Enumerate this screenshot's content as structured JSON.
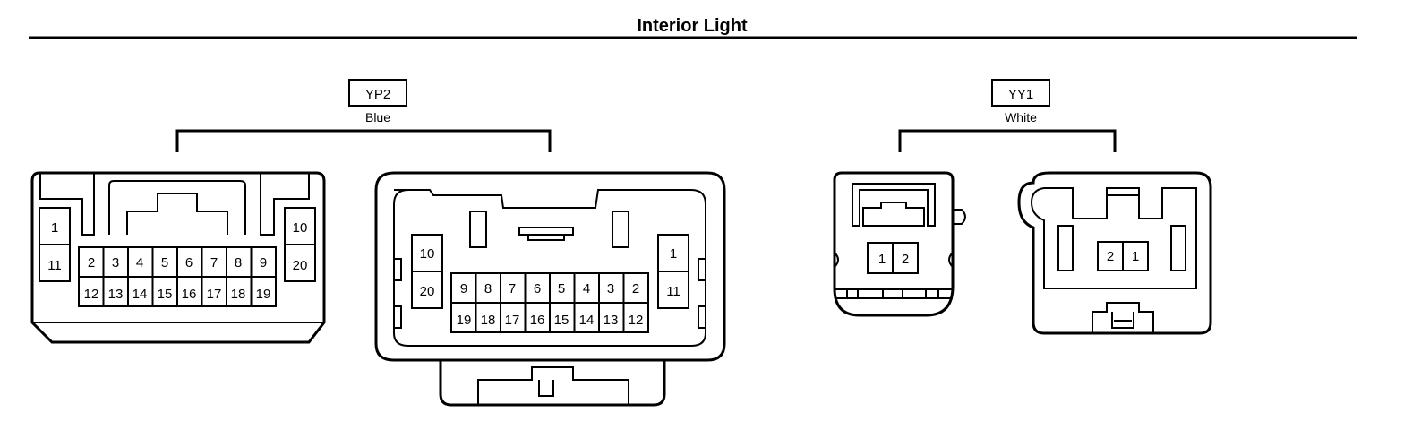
{
  "title": "Interior Light",
  "connectors": [
    {
      "code": "YP2",
      "color": "Blue",
      "views": [
        {
          "side": "left",
          "pins": [
            "1",
            "11",
            "2",
            "3",
            "4",
            "5",
            "6",
            "7",
            "8",
            "9",
            "12",
            "13",
            "14",
            "15",
            "16",
            "17",
            "18",
            "19",
            "10",
            "20"
          ]
        },
        {
          "side": "right",
          "pins": [
            "10",
            "20",
            "9",
            "8",
            "7",
            "6",
            "5",
            "4",
            "3",
            "2",
            "19",
            "18",
            "17",
            "16",
            "15",
            "14",
            "13",
            "12",
            "1",
            "11"
          ]
        }
      ]
    },
    {
      "code": "YY1",
      "color": "White",
      "views": [
        {
          "side": "left",
          "pins": [
            "1",
            "2"
          ]
        },
        {
          "side": "right",
          "pins": [
            "2",
            "1"
          ]
        }
      ]
    }
  ]
}
